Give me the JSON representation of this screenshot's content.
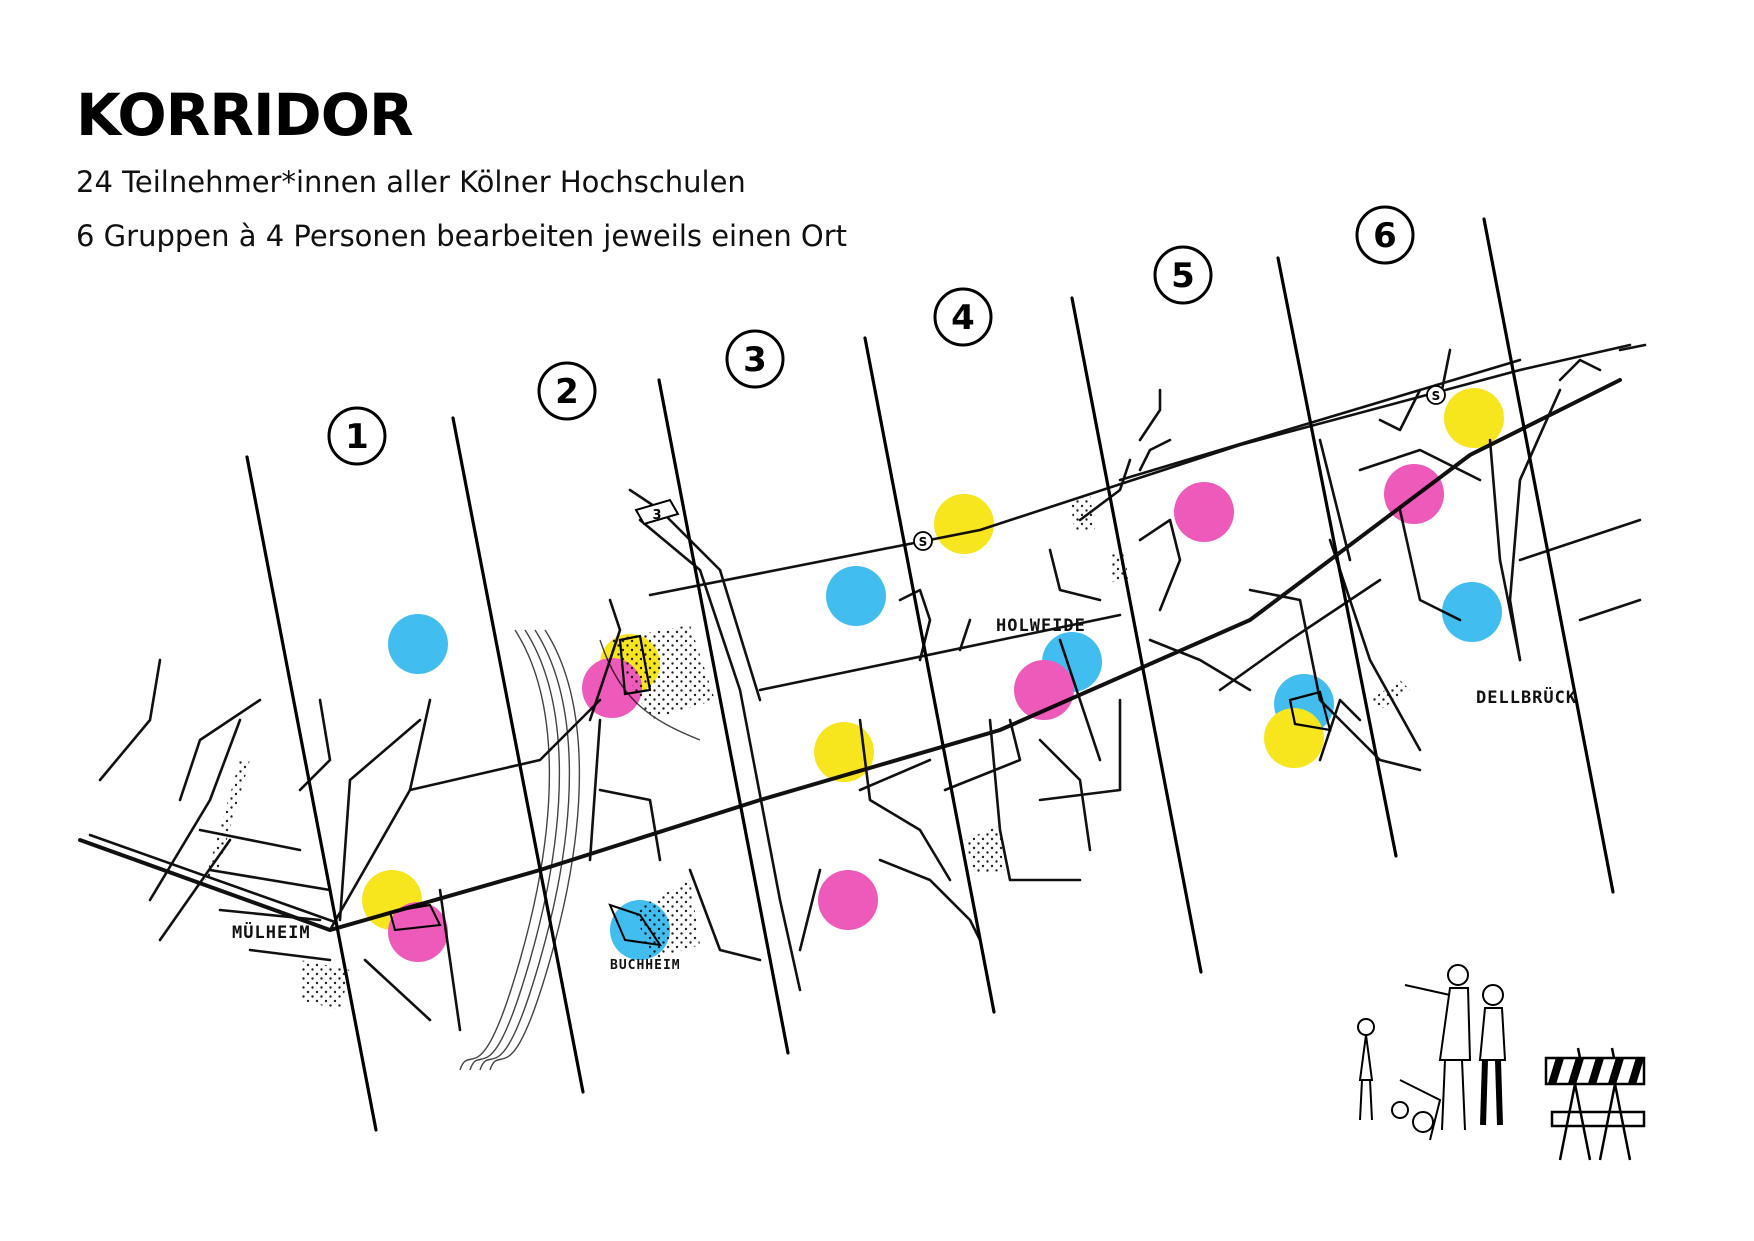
{
  "header": {
    "title": "KORRIDOR",
    "subtitle_line1": "24 Teilnehmer*innen aller Kölner Hochschulen",
    "subtitle_line2": "6 Gruppen à 4 Personen bearbeiten jeweils einen Ort"
  },
  "sections": [
    {
      "number": "1"
    },
    {
      "number": "2"
    },
    {
      "number": "3"
    },
    {
      "number": "4"
    },
    {
      "number": "5"
    },
    {
      "number": "6"
    }
  ],
  "places": {
    "muelheim": "MÜLHEIM",
    "buchheim": "BUCHHEIM",
    "holweide": "HOLWEIDE",
    "dellbrueck": "DELLBRÜCK"
  },
  "road_markers": {
    "highway": "3",
    "sbahn_1": "S",
    "sbahn_2": "S"
  },
  "colors": {
    "yellow": "#f7e51e",
    "magenta": "#ee5ab9",
    "cyan": "#41bdf0"
  }
}
